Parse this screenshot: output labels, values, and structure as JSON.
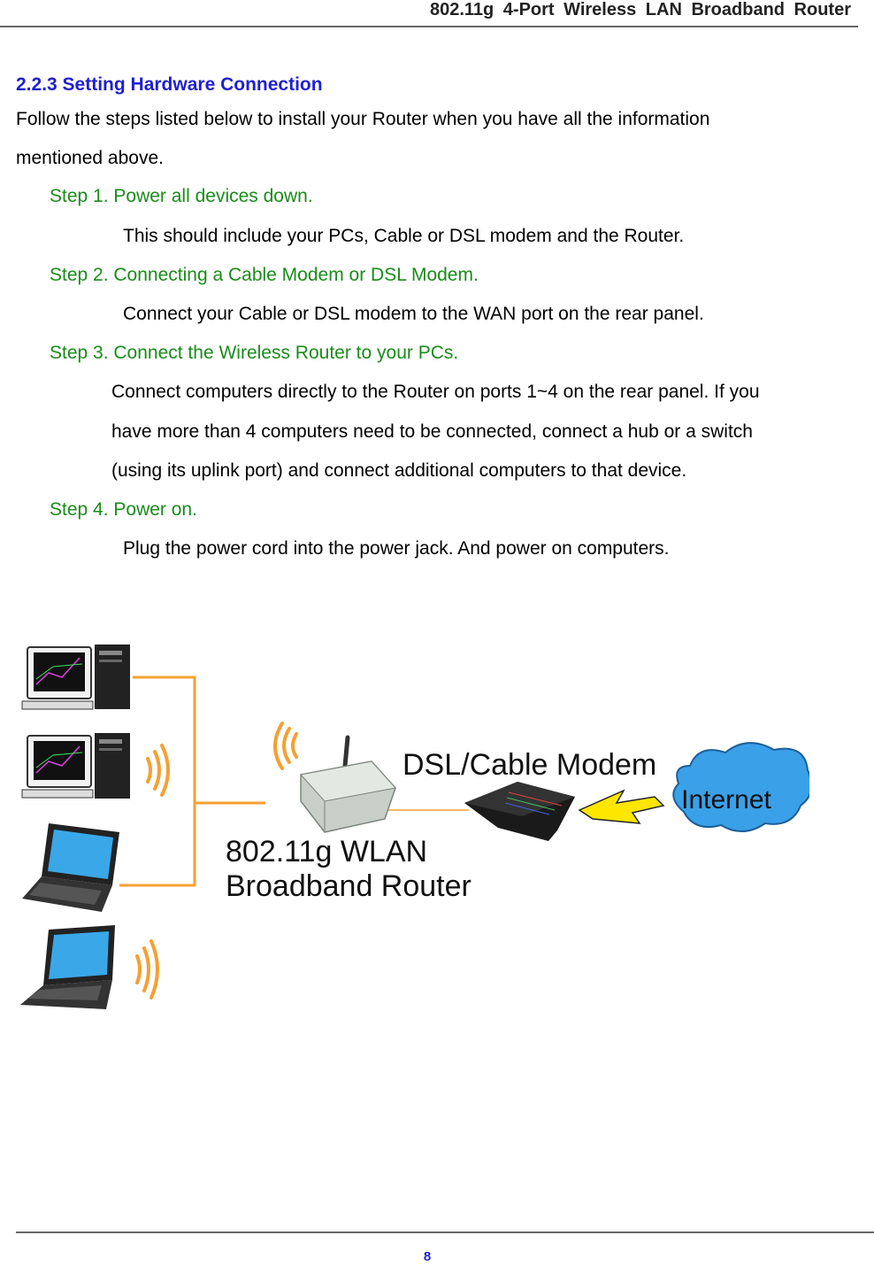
{
  "header": {
    "title": "802.11g 4-Port Wireless LAN Broadband Router"
  },
  "section": {
    "title": "2.2.3 Setting Hardware Connection",
    "intro_line1": "Follow the steps listed below to install your Router when you have all the information",
    "intro_line2": "mentioned above."
  },
  "steps": [
    {
      "label": "Step 1. Power all devices down.",
      "lines": [
        "This should include your PCs, Cable or DSL modem and the Router."
      ]
    },
    {
      "label": "Step 2. Connecting a Cable Modem or DSL Modem.",
      "lines": [
        "Connect your Cable or DSL modem to the WAN port on the rear panel."
      ]
    },
    {
      "label": "Step 3. Connect the Wireless Router to your PCs.",
      "lines": [
        "Connect computers directly to the Router on ports 1~4 on the rear panel. If you",
        "have more than 4 computers need to be connected, connect a hub or a switch",
        "(using its uplink port) and connect additional computers to that device."
      ]
    },
    {
      "label": "Step 4. Power on.",
      "lines": [
        "Plug the power cord into the power jack. And power on computers."
      ]
    }
  ],
  "diagram": {
    "modem_label": "DSL/Cable Modem",
    "internet_label": "Internet",
    "router_label_line1": "802.11g WLAN",
    "router_label_line2": "Broadband Router",
    "colors": {
      "cable": "#f5a033",
      "cloud": "#3aa0e8",
      "bolt": "#ffe600",
      "router": "#c8cfc8"
    }
  },
  "footer": {
    "page_number": "8"
  }
}
